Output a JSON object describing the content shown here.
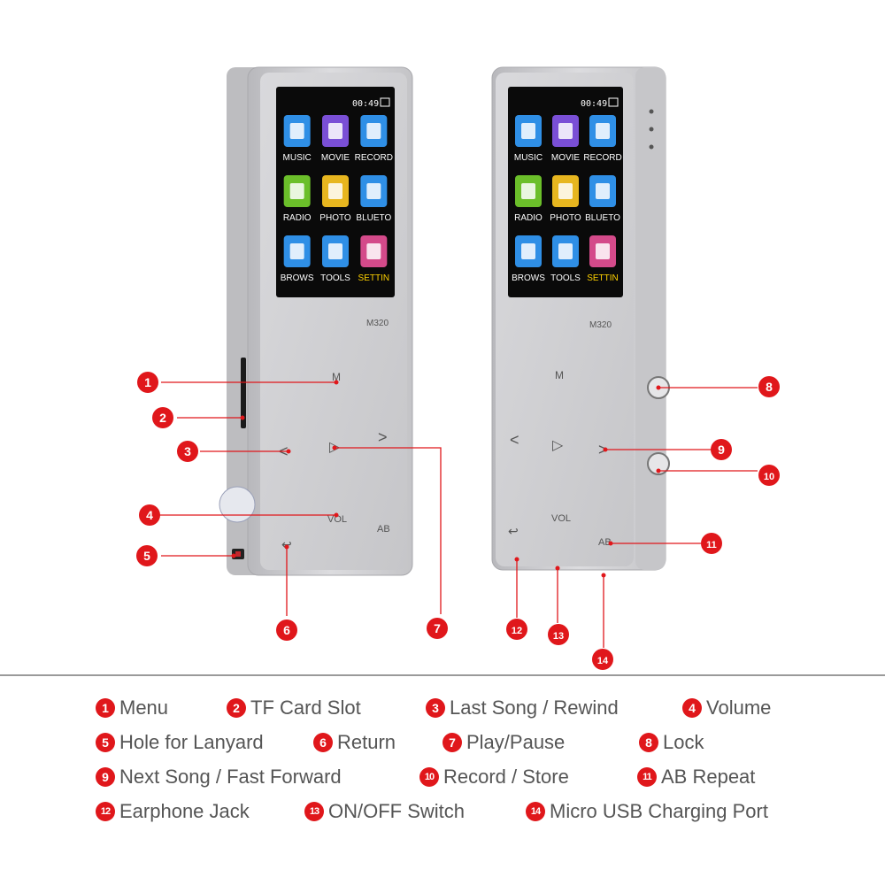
{
  "colors": {
    "badge": "#e0171b",
    "leader_line": "#e0171b",
    "device_body": "#cfcfd2",
    "screen_bg": "#000000",
    "legend_text": "#555555",
    "settings_label": "#ffd200"
  },
  "device": {
    "model": "M320",
    "time": "00:49",
    "apps": [
      {
        "label": "MUSIC",
        "icon": "music-note-icon",
        "color": "#2f8fe6"
      },
      {
        "label": "MOVIE",
        "icon": "movie-clapper-icon",
        "color": "#7a4fd6"
      },
      {
        "label": "RECORD",
        "icon": "microphone-icon",
        "color": "#2f8fe6"
      },
      {
        "label": "RADIO",
        "icon": "radio-icon",
        "color": "#6bbf2a"
      },
      {
        "label": "PHOTO",
        "icon": "photo-icon",
        "color": "#e7b61f"
      },
      {
        "label": "BLUETO",
        "icon": "bluetooth-icon",
        "color": "#2f8fe6"
      },
      {
        "label": "BROWS",
        "icon": "folder-icon",
        "color": "#2f8fe6"
      },
      {
        "label": "TOOLS",
        "icon": "wrench-icon",
        "color": "#2f8fe6"
      },
      {
        "label": "SETTIN",
        "icon": "gear-icon",
        "color": "#d44a8a"
      }
    ],
    "keys": {
      "menu": "M",
      "prev": "<",
      "play": "▷",
      "next": ">",
      "volume": "VOL",
      "ab": "AB",
      "back": "↩"
    }
  },
  "callouts": [
    "1",
    "2",
    "3",
    "4",
    "5",
    "6",
    "7",
    "8",
    "9",
    "10",
    "11",
    "12",
    "13",
    "14"
  ],
  "legend": [
    {
      "num": "1",
      "text": "Menu"
    },
    {
      "num": "2",
      "text": "TF Card Slot"
    },
    {
      "num": "3",
      "text": "Last Song / Rewind"
    },
    {
      "num": "4",
      "text": "Volume"
    },
    {
      "num": "5",
      "text": "Hole for Lanyard"
    },
    {
      "num": "6",
      "text": "Return"
    },
    {
      "num": "7",
      "text": "Play/Pause"
    },
    {
      "num": "8",
      "text": "Lock"
    },
    {
      "num": "9",
      "text": "Next Song / Fast Forward"
    },
    {
      "num": "10",
      "text": "Record / Store"
    },
    {
      "num": "11",
      "text": "AB Repeat"
    },
    {
      "num": "12",
      "text": "Earphone Jack"
    },
    {
      "num": "13",
      "text": "ON/OFF Switch"
    },
    {
      "num": "14",
      "text": "Micro USB Charging Port"
    }
  ]
}
